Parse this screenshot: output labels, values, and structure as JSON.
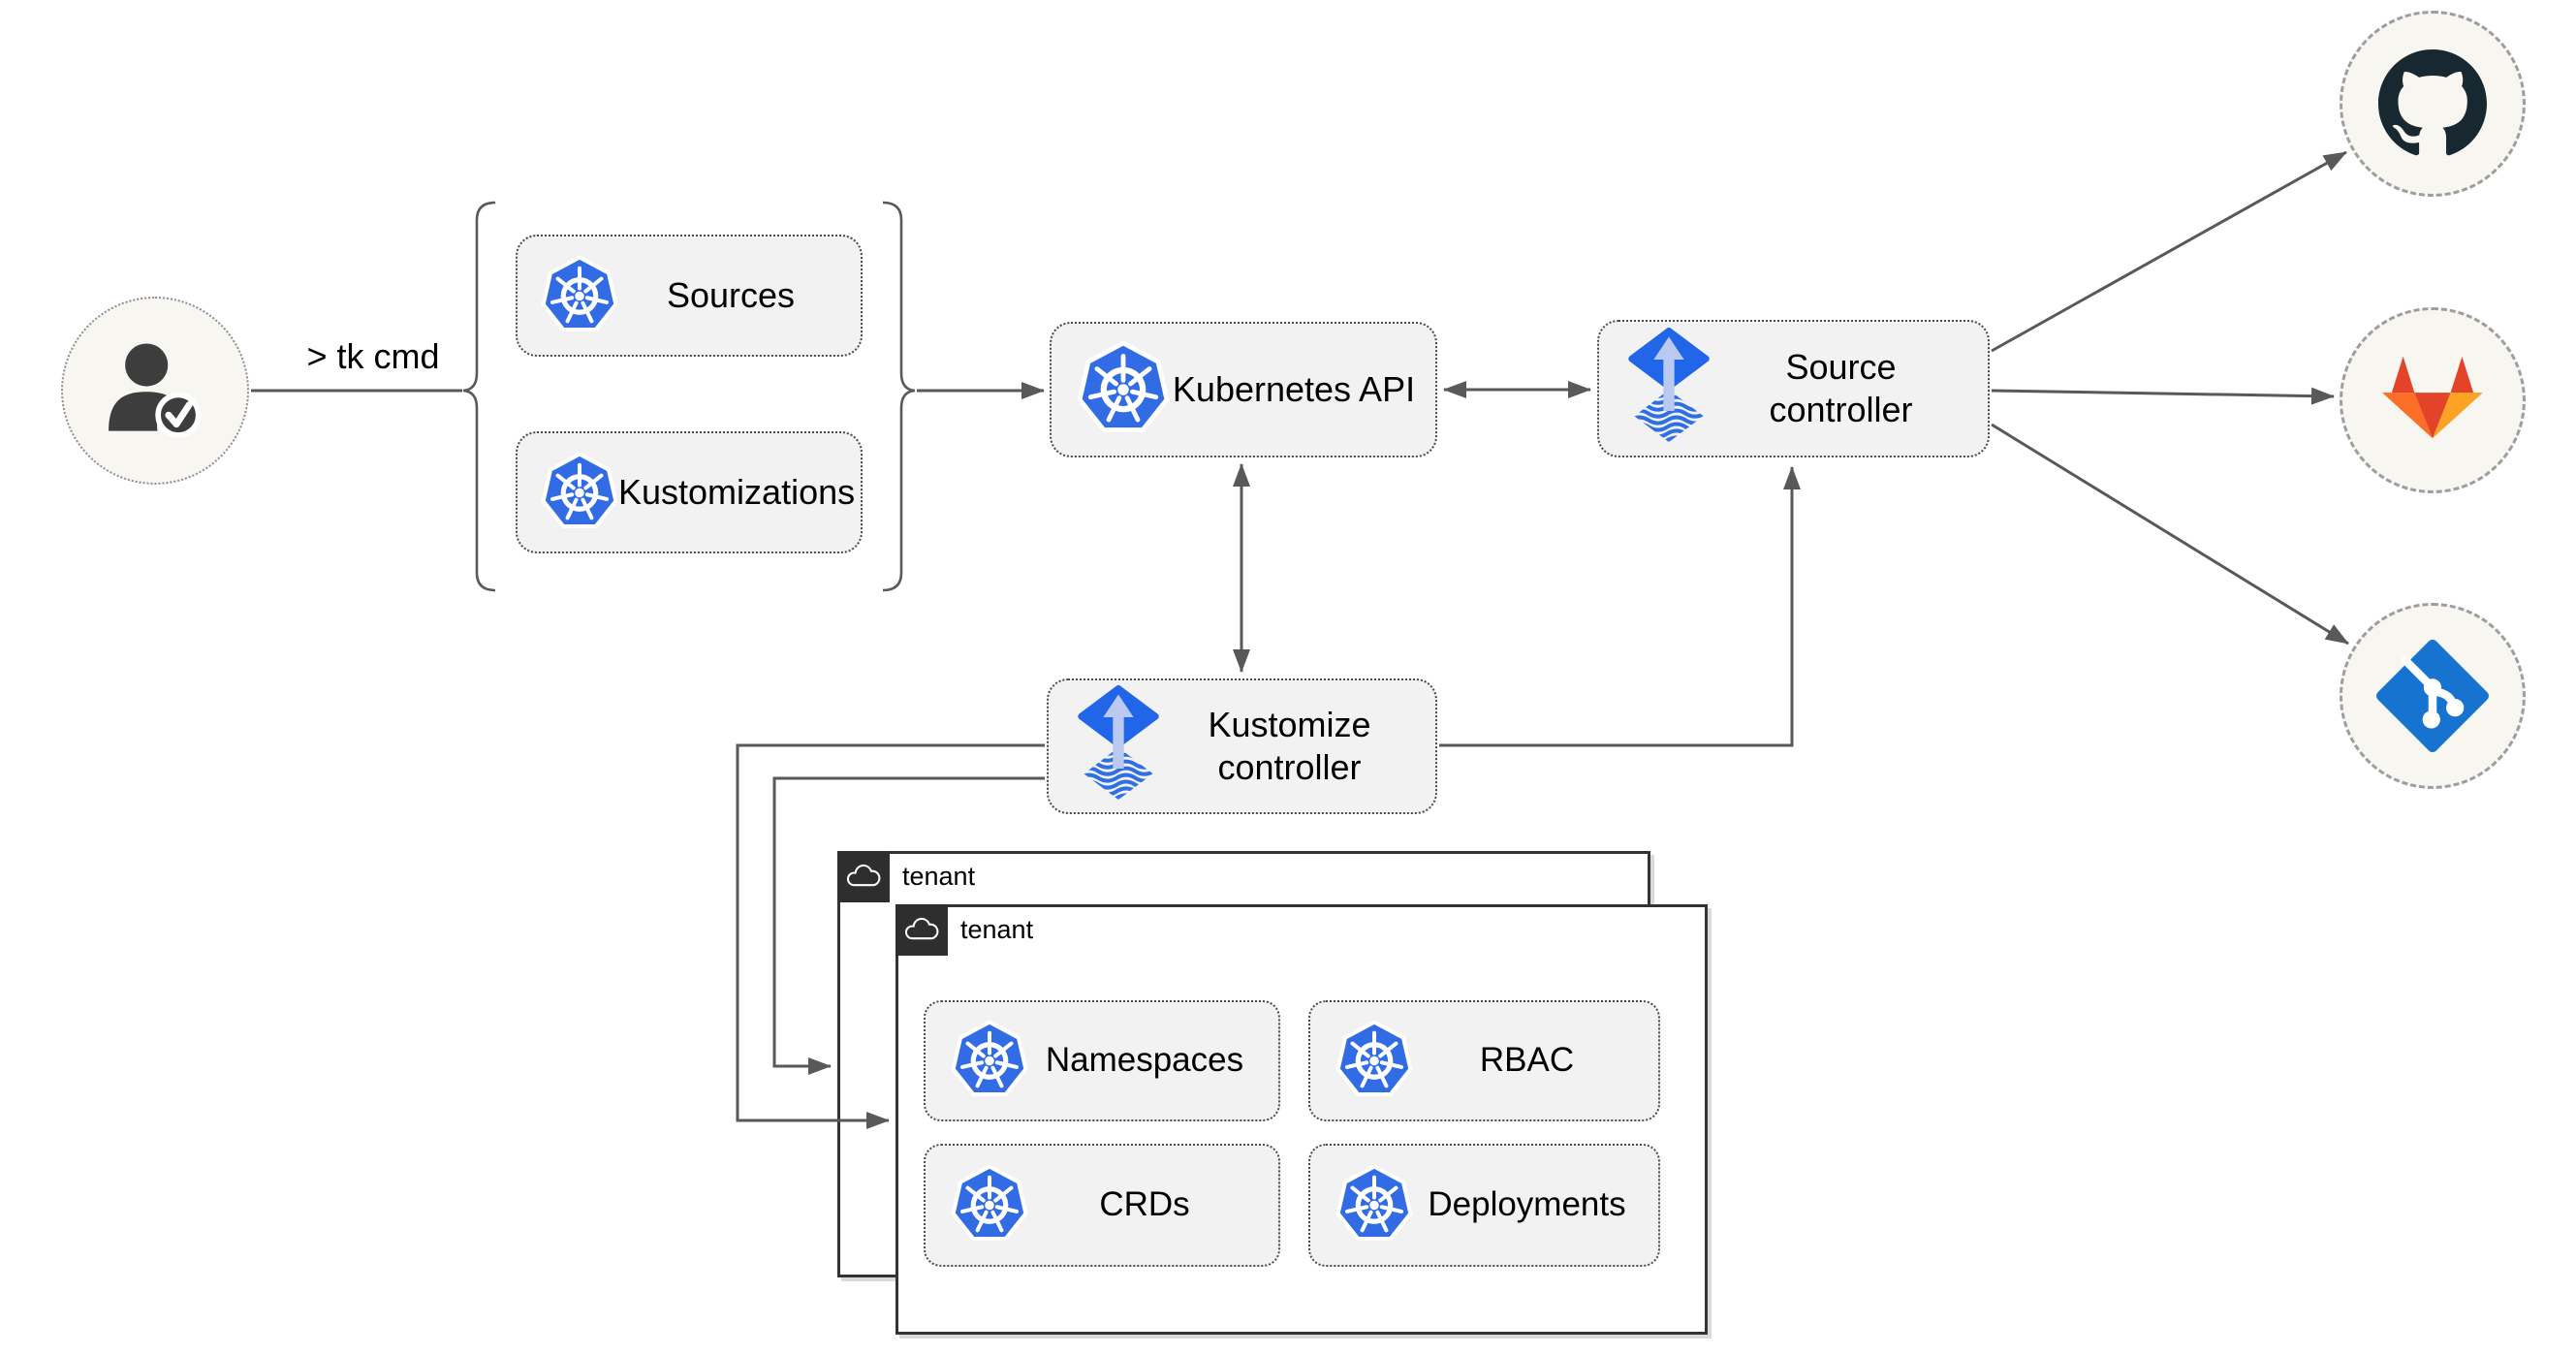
{
  "user": {
    "command_label": "> tk cmd",
    "icon": "user-check-icon"
  },
  "definitions": {
    "sources": {
      "label": "Sources",
      "icon": "kubernetes-icon"
    },
    "kustomizations": {
      "label": "Kustomizations",
      "icon": "kubernetes-icon"
    }
  },
  "nodes": {
    "kubernetes_api": {
      "label": "Kubernetes API",
      "icon": "kubernetes-icon"
    },
    "source_controller": {
      "label": "Source\ncontroller",
      "icon": "flux-icon"
    },
    "kustomize_controller": {
      "label": "Kustomize\ncontroller",
      "icon": "flux-icon"
    }
  },
  "git_providers": {
    "github": {
      "icon": "github-icon"
    },
    "gitlab": {
      "icon": "gitlab-icon"
    },
    "git": {
      "icon": "git-icon"
    }
  },
  "tenants": {
    "back": {
      "label": "tenant",
      "icon": "cloud-icon"
    },
    "front": {
      "label": "tenant",
      "icon": "cloud-icon"
    }
  },
  "resources": {
    "namespaces": {
      "label": "Namespaces",
      "icon": "kubernetes-icon"
    },
    "rbac": {
      "label": "RBAC",
      "icon": "kubernetes-icon"
    },
    "crds": {
      "label": "CRDs",
      "icon": "kubernetes-icon"
    },
    "deployments": {
      "label": "Deployments",
      "icon": "kubernetes-icon"
    }
  },
  "colors": {
    "connector": "#595959",
    "node_fill": "#f2f2f2",
    "node_border": "#4a4a4a",
    "kubernetes_blue": "#326ce5",
    "flux_blue": "#2166e8",
    "flux_arrow": "#b9c9ef",
    "github_dark": "#182830",
    "gitlab_red": "#e24329",
    "gitlab_orange": "#fc6d26",
    "gitlab_amber": "#fca326",
    "git_blue": "#1673cf",
    "tenant_border": "#333333",
    "tenant_tab": "#2e2e2e",
    "circle_fill": "#f8f6f1"
  }
}
